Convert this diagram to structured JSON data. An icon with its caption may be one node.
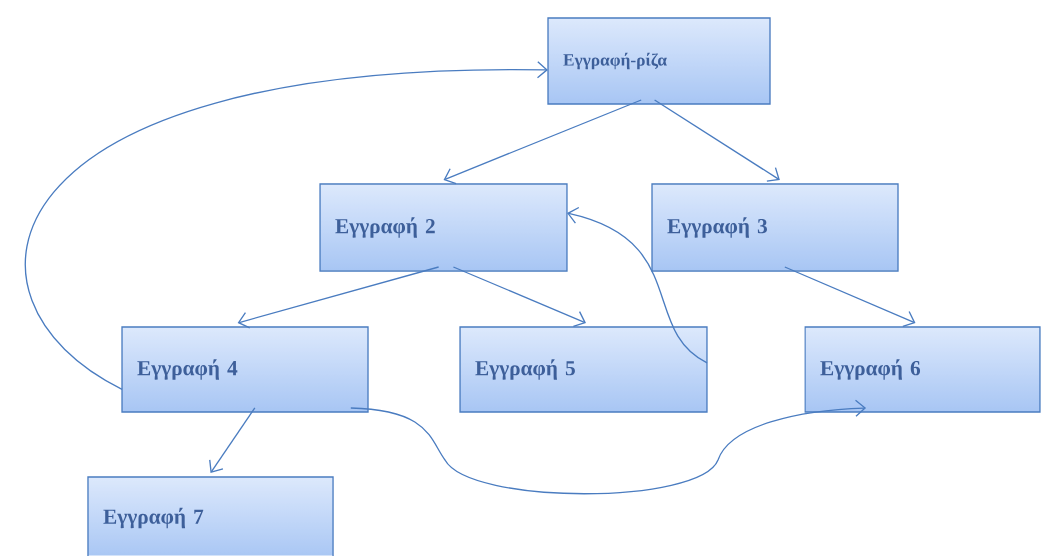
{
  "diagram": {
    "nodes": [
      {
        "text": [
          "Εγγραφή-ρίζα"
        ]
      },
      {
        "text": [
          "Εγγραφή 2"
        ]
      },
      {
        "text": [
          "Εγγραφή 3"
        ]
      },
      {
        "text": [
          "Εγγραφή 4"
        ]
      },
      {
        "text": [
          "Εγγραφή 5"
        ]
      },
      {
        "text": [
          "Εγγραφή 6"
        ]
      },
      {
        "text": [
          "Εγγραφή 7"
        ]
      }
    ],
    "edges": [
      {
        "from": 0,
        "to": 1,
        "arrow": "to"
      },
      {
        "from": 0,
        "to": 2,
        "arrow": "to"
      },
      {
        "from": 1,
        "to": 3,
        "arrow": "to"
      },
      {
        "from": 1,
        "to": 4,
        "arrow": "to"
      },
      {
        "from": 2,
        "to": 5,
        "arrow": "to"
      },
      {
        "from": 3,
        "to": 6,
        "arrow": "to"
      },
      {
        "from": 4,
        "to": 1,
        "arrow": "to"
      },
      {
        "from": 3,
        "to": 0,
        "arrow": "to"
      },
      {
        "from": 3,
        "to": 5,
        "arrow": "to"
      }
    ]
  }
}
